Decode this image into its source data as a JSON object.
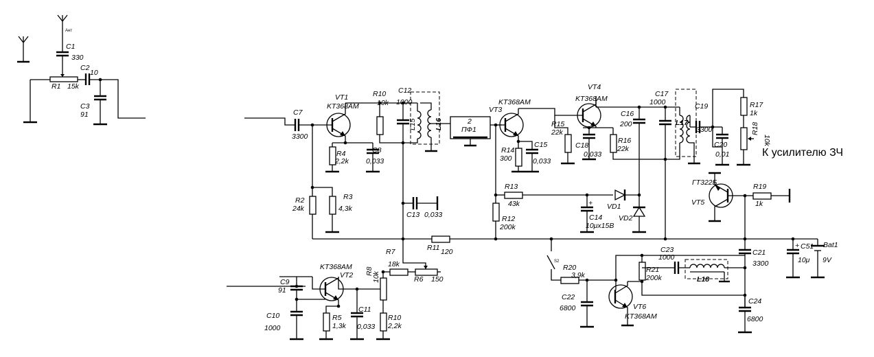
{
  "antenna_label": "Ант",
  "output_label": "К усилителю ЗЧ",
  "filter_label": "ПФ1",
  "filter_pin": "2",
  "switch_label": "S2",
  "battery_label": "Bat1",
  "transistors": {
    "vt1": {
      "ref": "VT1",
      "type": "KT368AM"
    },
    "vt2": {
      "ref": "VT2",
      "type": "KT368AM"
    },
    "vt3": {
      "ref": "VT3",
      "type": "KT368AM"
    },
    "vt4": {
      "ref": "VT4",
      "type": "KT368AM"
    },
    "vt5": {
      "ref": "VT5",
      "type": "ГТ322Б"
    },
    "vt6": {
      "ref": "VT6",
      "type": "KT368AM"
    }
  },
  "diodes": {
    "vd1": "VD1",
    "vd2": "VD2"
  },
  "components": {
    "c1": {
      "ref": "C1",
      "value": "330"
    },
    "c2": {
      "ref": "C2",
      "value": "10"
    },
    "c3": {
      "ref": "C3",
      "value": "91"
    },
    "r1": {
      "ref": "R1",
      "value": "15k"
    },
    "c7": {
      "ref": "C7",
      "value": "3300"
    },
    "r4": {
      "ref": "R4",
      "value": "2,2k"
    },
    "c8": {
      "ref": "C8",
      "value": "0,033"
    },
    "r10a": {
      "ref": "R10",
      "value": "10k"
    },
    "c12": {
      "ref": "C12",
      "value": "1000"
    },
    "l15": {
      "ref": "L15"
    },
    "l16": {
      "ref": "L16"
    },
    "r2": {
      "ref": "R2",
      "value": "24k"
    },
    "r3": {
      "ref": "R3",
      "value": "4,3k"
    },
    "c13": {
      "ref": "C13",
      "value": "0,033"
    },
    "r11": {
      "ref": "R11",
      "value": "120"
    },
    "r7": {
      "ref": "R7",
      "value": "18k"
    },
    "r6": {
      "ref": "R6",
      "value": "150"
    },
    "r8": {
      "ref": "R8",
      "value": "10k"
    },
    "c9": {
      "ref": "C9",
      "value": "91"
    },
    "c10": {
      "ref": "C10",
      "value": "1000"
    },
    "r5": {
      "ref": "R5",
      "value": "1,3k"
    },
    "c11": {
      "ref": "C11",
      "value": "0,033"
    },
    "r10b": {
      "ref": "R10",
      "value": "2,2k"
    },
    "r14": {
      "ref": "R14",
      "value": "300"
    },
    "c15": {
      "ref": "C15",
      "value": "0,033"
    },
    "r13": {
      "ref": "R13",
      "value": "43k"
    },
    "r12": {
      "ref": "R12",
      "value": "200k"
    },
    "r15": {
      "ref": "R15",
      "value": "22k"
    },
    "c18": {
      "ref": "C18",
      "value": "0,033"
    },
    "r16": {
      "ref": "R16",
      "value": "22k"
    },
    "c16": {
      "ref": "C16",
      "value": "200"
    },
    "c17": {
      "ref": "C17",
      "value": "1000"
    },
    "l17": {
      "ref": "L17"
    },
    "c19": {
      "ref": "C19",
      "value": "3300"
    },
    "c14": {
      "ref": "C14",
      "value": "10μx15В"
    },
    "r17": {
      "ref": "R17",
      "value": "1k"
    },
    "r18": {
      "ref": "R18",
      "value": "10k"
    },
    "c20": {
      "ref": "C20",
      "value": "0,01"
    },
    "r19": {
      "ref": "R19",
      "value": "1k"
    },
    "c21": {
      "ref": "C21",
      "value": "3300"
    },
    "c51": {
      "ref": "C51",
      "value": "10μ"
    },
    "bat_v": "9V",
    "r20": {
      "ref": "R20",
      "value": "3,9k"
    },
    "c22": {
      "ref": "C22",
      "value": "6800"
    },
    "c23": {
      "ref": "C23",
      "value": "1000"
    },
    "r21": {
      "ref": "R21",
      "value": "200k"
    },
    "l18": {
      "ref": "L18"
    },
    "c24": {
      "ref": "C24",
      "value": "6800"
    }
  }
}
